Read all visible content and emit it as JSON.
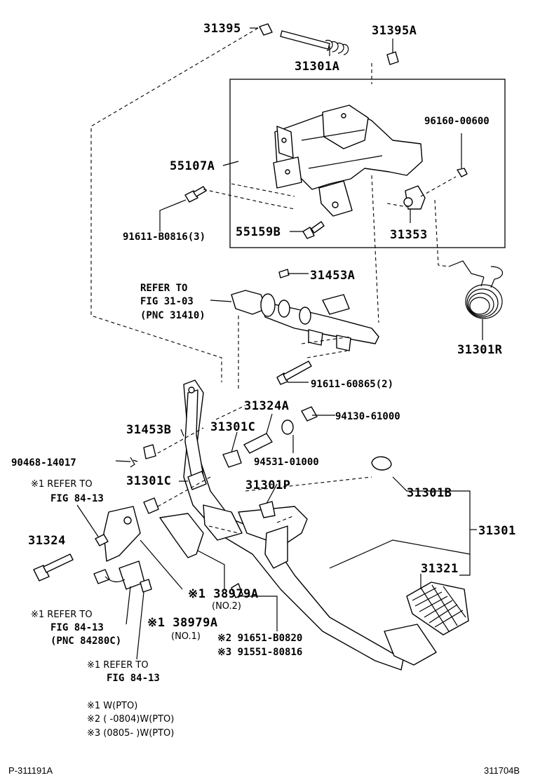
{
  "labels": {
    "p31395": "31395",
    "p31301A": "31301A",
    "p31395A": "31395A",
    "p96160": "96160-00600",
    "p55107A": "55107A",
    "p91611b": "91611-B0816(3)",
    "p55159B": "55159B",
    "p31353": "31353",
    "p31453A": "31453A",
    "refer1": [
      "REFER TO",
      "FIG 31-03",
      "(PNC 31410)"
    ],
    "p31301R": "31301R",
    "p91611_6": "91611-60865(2)",
    "p31324A": "31324A",
    "p94130": "94130-61000",
    "p31453B": "31453B",
    "p31301C_a": "31301C",
    "p94531": "94531-01000",
    "p90468": "90468-14017",
    "refer2": [
      "※1 REFER TO",
      "FIG 84-13"
    ],
    "p31301C_b": "31301C",
    "p31301P": "31301P",
    "p31301B": "31301B",
    "p31301": "31301",
    "p31324": "31324",
    "p31321": "31321",
    "p38979A_2": "※1 38979A",
    "no2": "(NO.2)",
    "refer3": [
      "※1 REFER TO",
      "FIG 84-13",
      "(PNC 84280C)"
    ],
    "p38979A_1": "※1 38979A",
    "no1": "(NO.1)",
    "p91651": "※2 91651-B0820",
    "p91551": "※3 91551-80816",
    "refer4": [
      "※1 REFER TO",
      "FIG 84-13"
    ]
  },
  "notes": [
    "※1  W(PTO)",
    "※2  (      -0804)W(PTO)",
    "※3  (0805-      )W(PTO)"
  ],
  "footer": {
    "left": "P-311191A",
    "right": "311704B"
  }
}
